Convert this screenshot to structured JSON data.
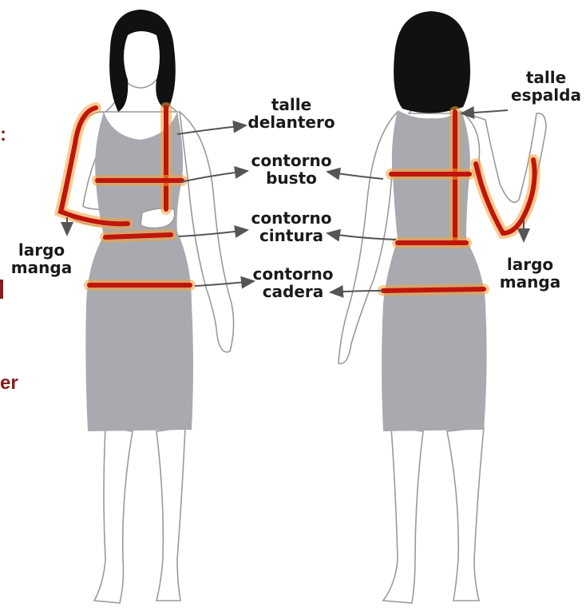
{
  "labels": {
    "talle_delantero": [
      "talle",
      "delantero"
    ],
    "contorno_busto": [
      "contorno",
      "busto"
    ],
    "contorno_cintura": [
      "contorno",
      "cintura"
    ],
    "contorno_cadera": [
      "contorno",
      "cadera"
    ],
    "largo_manga_front": [
      "largo",
      "manga"
    ],
    "talle_espalda": [
      "talle",
      "espalda"
    ],
    "largo_manga_back": [
      "largo",
      "manga"
    ]
  },
  "cropped_left_text": [
    ":",
    "er"
  ],
  "colors": {
    "measure_line": "#c0150a",
    "measure_glow": "#f6a03a",
    "dress": "#a9aab0",
    "hair": "#111111",
    "cropped_text": "#8b1a1a"
  }
}
